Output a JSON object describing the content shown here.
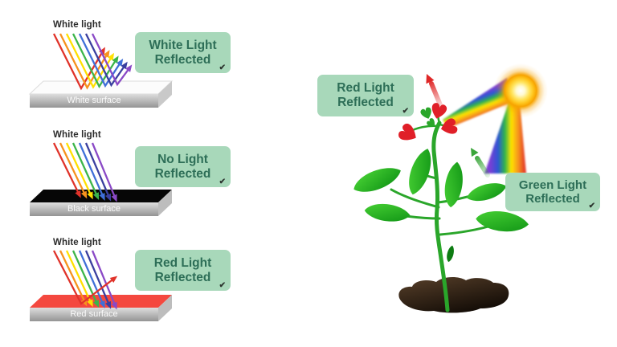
{
  "panels": [
    {
      "source_label": "White light",
      "surface_label": "White surface",
      "surface_color": "#fcfcfc",
      "badge": {
        "line1": "White Light",
        "line2": "Reflected"
      }
    },
    {
      "source_label": "White light",
      "surface_label": "Black surface",
      "surface_color": "#060606",
      "badge": {
        "line1": "No Light",
        "line2": "Reflected"
      }
    },
    {
      "source_label": "White light",
      "surface_label": "Red surface",
      "surface_color": "#f4483f",
      "badge": {
        "line1": "Red Light",
        "line2": "Reflected"
      }
    }
  ],
  "plant_scene": {
    "red_badge": {
      "line1": "Red Light",
      "line2": "Reflected"
    },
    "green_badge": {
      "line1": "Green Light",
      "line2": "Reflected"
    },
    "sun_color": "#f7a300",
    "red_arrow_color": "#df2727",
    "green_arrow_color": "#3aa53a",
    "flower_color": "#e01f28",
    "bud_color": "#2aa62a",
    "leaf_color": "#1fae1f",
    "stem_color": "#2aa62a",
    "soil_color": "#2e2013"
  },
  "rainbow_colors": [
    "#e0332a",
    "#f6921e",
    "#ffe000",
    "#3cb54a",
    "#3f6fd8",
    "#3a3f9f",
    "#8a49c6"
  ],
  "checkmark_glyph": "✔",
  "badge_style": {
    "bg": "#a8d8ba",
    "text": "#2d6e57",
    "check": "#2c352f"
  }
}
